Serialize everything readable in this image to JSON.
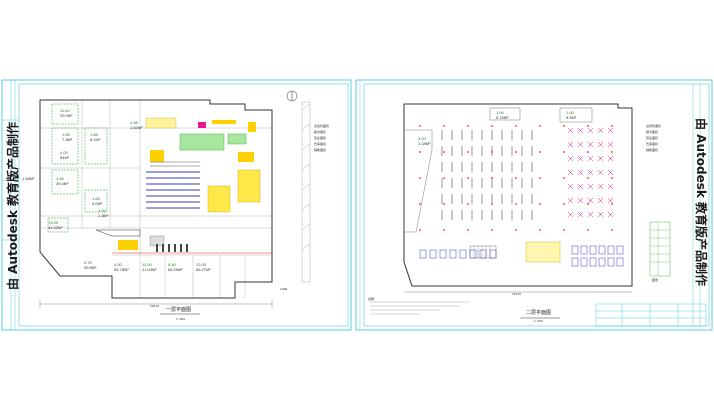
{
  "watermark_text": "由 Autodesk 教育版产品制作",
  "sheet1": {
    "title": "一层平面图",
    "scale_note": "1:500",
    "dimension": "58470",
    "rooms": [
      {
        "code": "11.62",
        "area": "29.0M²"
      },
      {
        "code": "1.65",
        "area": "7.3M²"
      },
      {
        "code": "1.66",
        "area": "8.1M²"
      },
      {
        "code": "4.00",
        "area": "64M²"
      },
      {
        "code": "1.58",
        "area": "1.52M²"
      },
      {
        "code": "1.65",
        "area": "39.4M²"
      },
      {
        "code": "1.65",
        "area": "9.0M²"
      },
      {
        "code": "1.00",
        "area": "1.3M²"
      },
      {
        "code": "13.00",
        "area": "44.52M²"
      },
      {
        "code": "3.75",
        "area": "39.8M²"
      },
      {
        "code": "4.00",
        "area": "53.78M²"
      },
      {
        "code": "11.00",
        "area": "21.03M²"
      },
      {
        "code": "5.40",
        "area": "65.29M²"
      },
      {
        "code": "12.00",
        "area": "65.27M²"
      }
    ],
    "left_note": "1.68M²",
    "side_table": [
      "总建筑面积",
      "超市面积",
      "营业面积",
      "仓库面积",
      "辅助面积"
    ],
    "bottom_label": "CHAB"
  },
  "sheet2": {
    "title": "二层平面图",
    "scale_note": "1:500",
    "dimension": "58470",
    "rooms": [
      {
        "code": "1.00",
        "area": "5.76M²"
      },
      {
        "code": "1.00",
        "area": "9.5M²"
      },
      {
        "code": "3.00",
        "area": "1.18M²"
      }
    ],
    "side_table": [
      "总建筑面积",
      "超市面积",
      "营业面积",
      "仓库面积",
      "辅助面积"
    ],
    "legend_title": "图例",
    "notes_title": "说明："
  }
}
